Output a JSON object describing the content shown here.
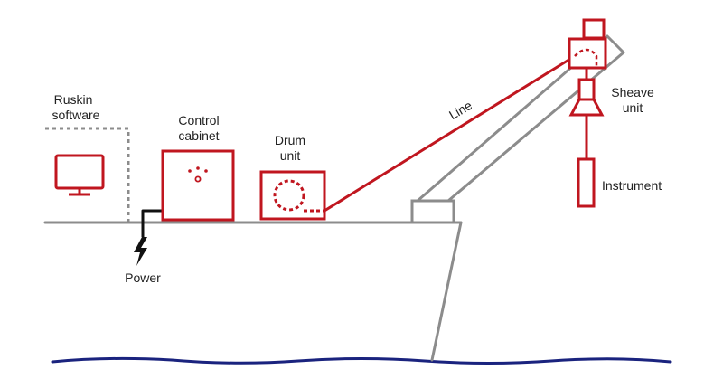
{
  "labels": {
    "ruskin_line1": "Ruskin",
    "ruskin_line2": "software",
    "control_line1": "Control",
    "control_line2": "cabinet",
    "drum_line1": "Drum",
    "drum_line2": "unit",
    "line": "Line",
    "sheave_line1": "Sheave",
    "sheave_line2": "unit",
    "instrument": "Instrument",
    "power": "Power"
  },
  "colors": {
    "equipment_red": "#c0161f",
    "structure_gray": "#8c8c8c",
    "cable_black": "#111111",
    "water_blue": "#1a237e",
    "text": "#222222"
  },
  "icons": {
    "computer": "monitor-icon",
    "power": "lightning-bolt-icon"
  }
}
